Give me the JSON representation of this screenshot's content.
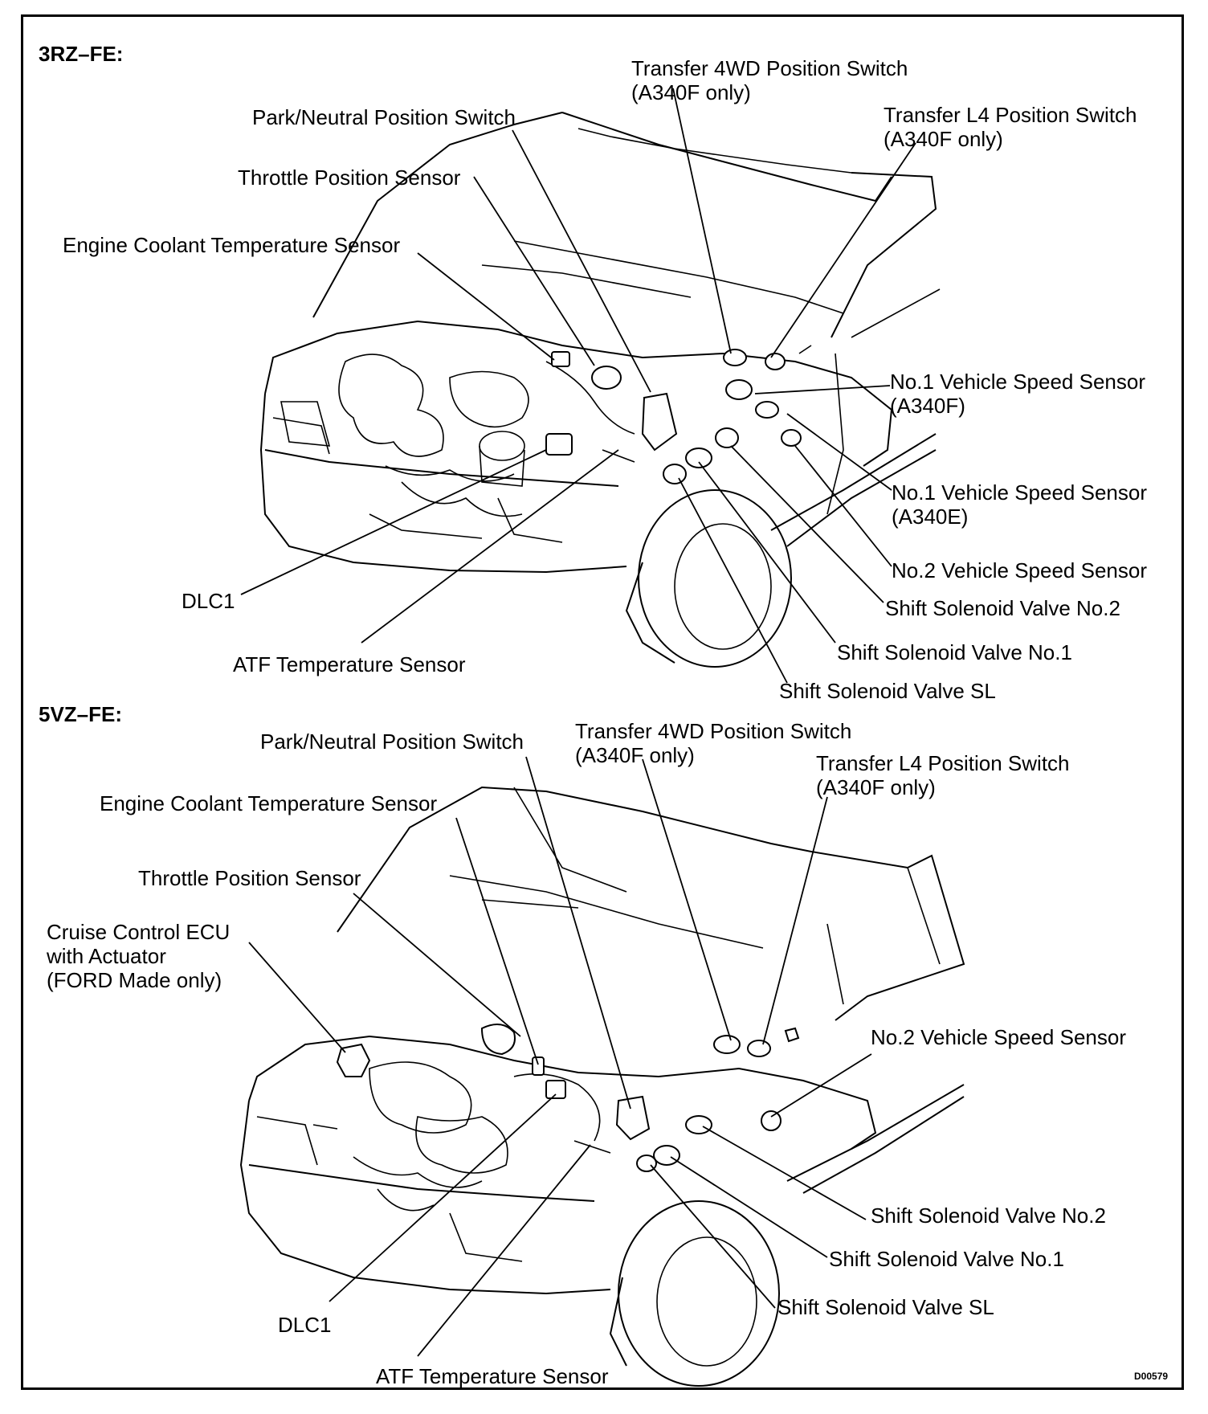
{
  "figure_code": "D00579",
  "sections": {
    "s1": {
      "header": "3RZ–FE:",
      "labels": {
        "transfer_4wd_l1": "Transfer 4WD Position Switch",
        "transfer_4wd_l2": "(A340F only)",
        "park_neutral": "Park/Neutral Position Switch",
        "transfer_l4_l1": "Transfer L4 Position Switch",
        "transfer_l4_l2": "(A340F only)",
        "throttle": "Throttle Position Sensor",
        "coolant": "Engine Coolant Temperature Sensor",
        "vss1_f_l1": "No.1 Vehicle Speed Sensor",
        "vss1_f_l2": "(A340F)",
        "vss1_e_l1": "No.1 Vehicle Speed Sensor",
        "vss1_e_l2": "(A340E)",
        "vss2": "No.2 Vehicle Speed Sensor",
        "ssv2": "Shift Solenoid Valve No.2",
        "ssv1": "Shift Solenoid Valve No.1",
        "ssvsl": "Shift Solenoid Valve SL",
        "dlc1": "DLC1",
        "atf": "ATF Temperature Sensor"
      }
    },
    "s2": {
      "header": "5VZ–FE:",
      "labels": {
        "park_neutral": "Park/Neutral Position Switch",
        "transfer_4wd_l1": "Transfer 4WD Position Switch",
        "transfer_4wd_l2": "(A340F only)",
        "transfer_l4_l1": "Transfer L4 Position Switch",
        "transfer_l4_l2": "(A340F only)",
        "coolant": "Engine Coolant Temperature Sensor",
        "throttle": "Throttle Position Sensor",
        "cruise_l1": "Cruise Control ECU",
        "cruise_l2": "with Actuator",
        "cruise_l3": "(FORD Made only)",
        "vss2": "No.2 Vehicle Speed Sensor",
        "ssv2": "Shift Solenoid Valve No.2",
        "ssv1": "Shift Solenoid Valve No.1",
        "ssvsl": "Shift Solenoid Valve SL",
        "dlc1": "DLC1",
        "atf": "ATF Temperature Sensor"
      }
    }
  }
}
